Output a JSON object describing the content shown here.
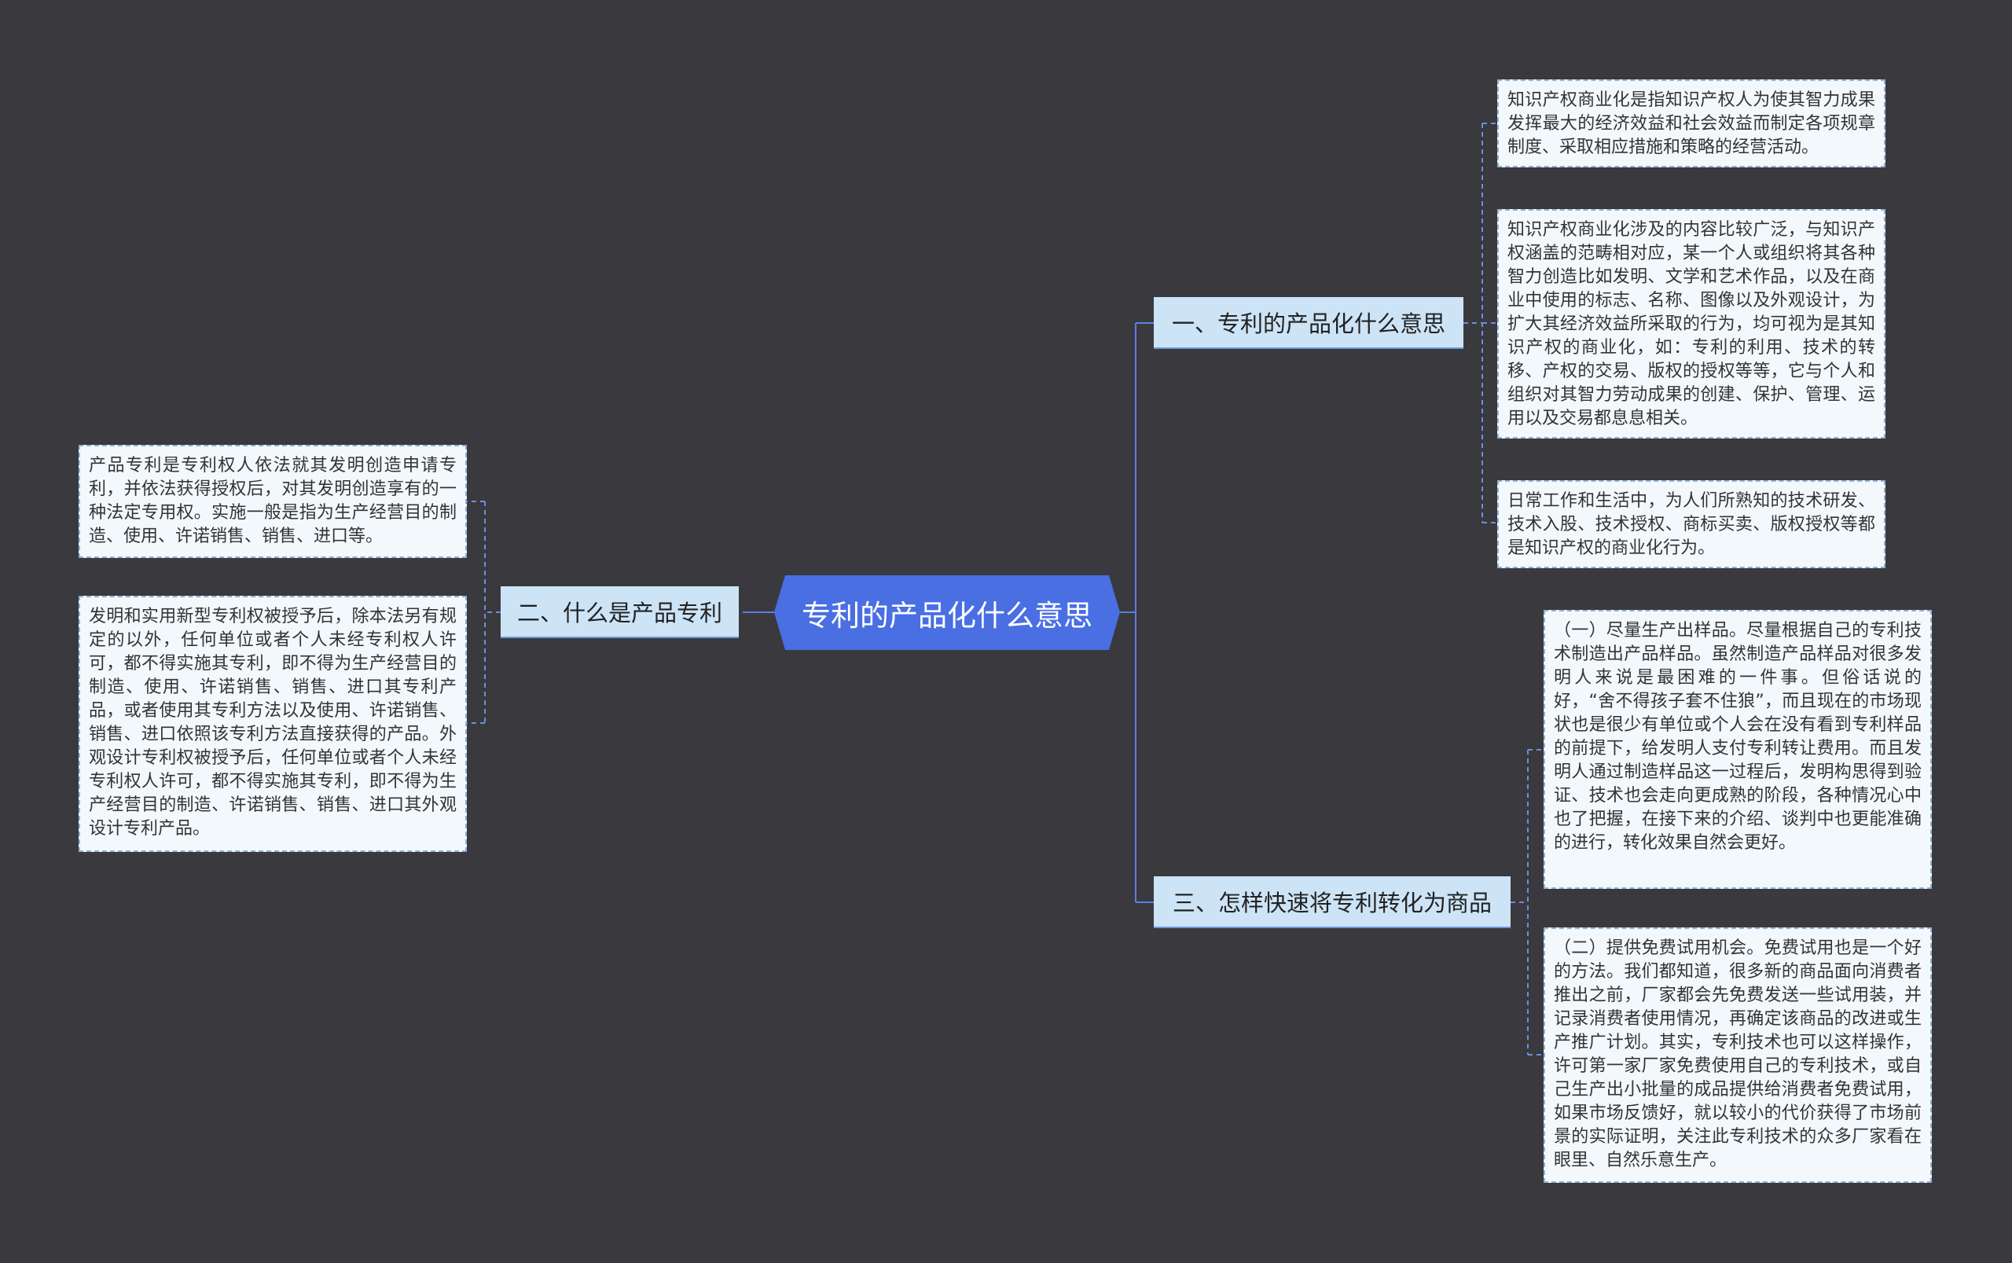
{
  "root": {
    "title": "专利的产品化什么意思"
  },
  "branches": [
    {
      "title": "一、专利的产品化什么意思",
      "leaves": [
        "知识产权商业化是指知识产权人为使其智力成果发挥最大的经济效益和社会效益而制定各项规章制度、采取相应措施和策略的经营活动。",
        "知识产权商业化涉及的内容比较广泛，与知识产权涵盖的范畴相对应，某一个人或组织将其各种智力创造比如发明、文学和艺术作品，以及在商业中使用的标志、名称、图像以及外观设计，为扩大其经济效益所采取的行为，均可视为是其知识产权的商业化，如：专利的利用、技术的转移、产权的交易、版权的授权等等，它与个人和组织对其智力劳动成果的创建、保护、管理、运用以及交易都息息相关。",
        "日常工作和生活中，为人们所熟知的技术研发、技术入股、技术授权、商标买卖、版权授权等都是知识产权的商业化行为。"
      ]
    },
    {
      "title": "二、什么是产品专利",
      "leaves": [
        "产品专利是专利权人依法就其发明创造申请专利，并依法获得授权后，对其发明创造享有的一种法定专用权。实施一般是指为生产经营目的制造、使用、许诺销售、销售、进口等。",
        "发明和实用新型专利权被授予后，除本法另有规定的以外，任何单位或者个人未经专利权人许可，都不得实施其专利，即不得为生产经营目的制造、使用、许诺销售、销售、进口其专利产品，或者使用其专利方法以及使用、许诺销售、销售、进口依照该专利方法直接获得的产品。外观设计专利权被授予后，任何单位或者个人未经专利权人许可，都不得实施其专利，即不得为生产经营目的制造、许诺销售、销售、进口其外观设计专利产品。"
      ]
    },
    {
      "title": "三、怎样快速将专利转化为商品",
      "leaves": [
        "（一）尽量生产出样品。尽量根据自己的专利技术制造出产品样品。虽然制造产品样品对很多发明人来说是最困难的一件事。但俗话说的好，“舍不得孩子套不住狼”，而且现在的市场现状也是很少有单位或个人会在没有看到专利样品的前提下，给发明人支付专利转让费用。而且发明人通过制造样品这一过程后，发明构思得到验证、技术也会走向更成熟的阶段，各种情况心中也了把握，在接下来的介绍、谈判中也更能准确的进行，转化效果自然会更好。",
        "（二）提供免费试用机会。免费试用也是一个好的方法。我们都知道，很多新的商品面向消费者推出之前，厂家都会先免费发送一些试用装，并记录消费者使用情况，再确定该商品的改进或生产推广计划。其实，专利技术也可以这样操作，许可第一家厂家免费使用自己的专利技术，或自己生产出小批量的成品提供给消费者免费试用，如果市场反馈好，就以较小的代价获得了市场前景的实际证明，关注此专利技术的众多厂家看在眼里、自然乐意生产。"
      ]
    }
  ],
  "colors": {
    "background": "#3a393d",
    "root": "#4a6fe3",
    "branch": "#cde4f7",
    "leaf": "#f2f8fc",
    "connector": "#5a7fe8"
  }
}
